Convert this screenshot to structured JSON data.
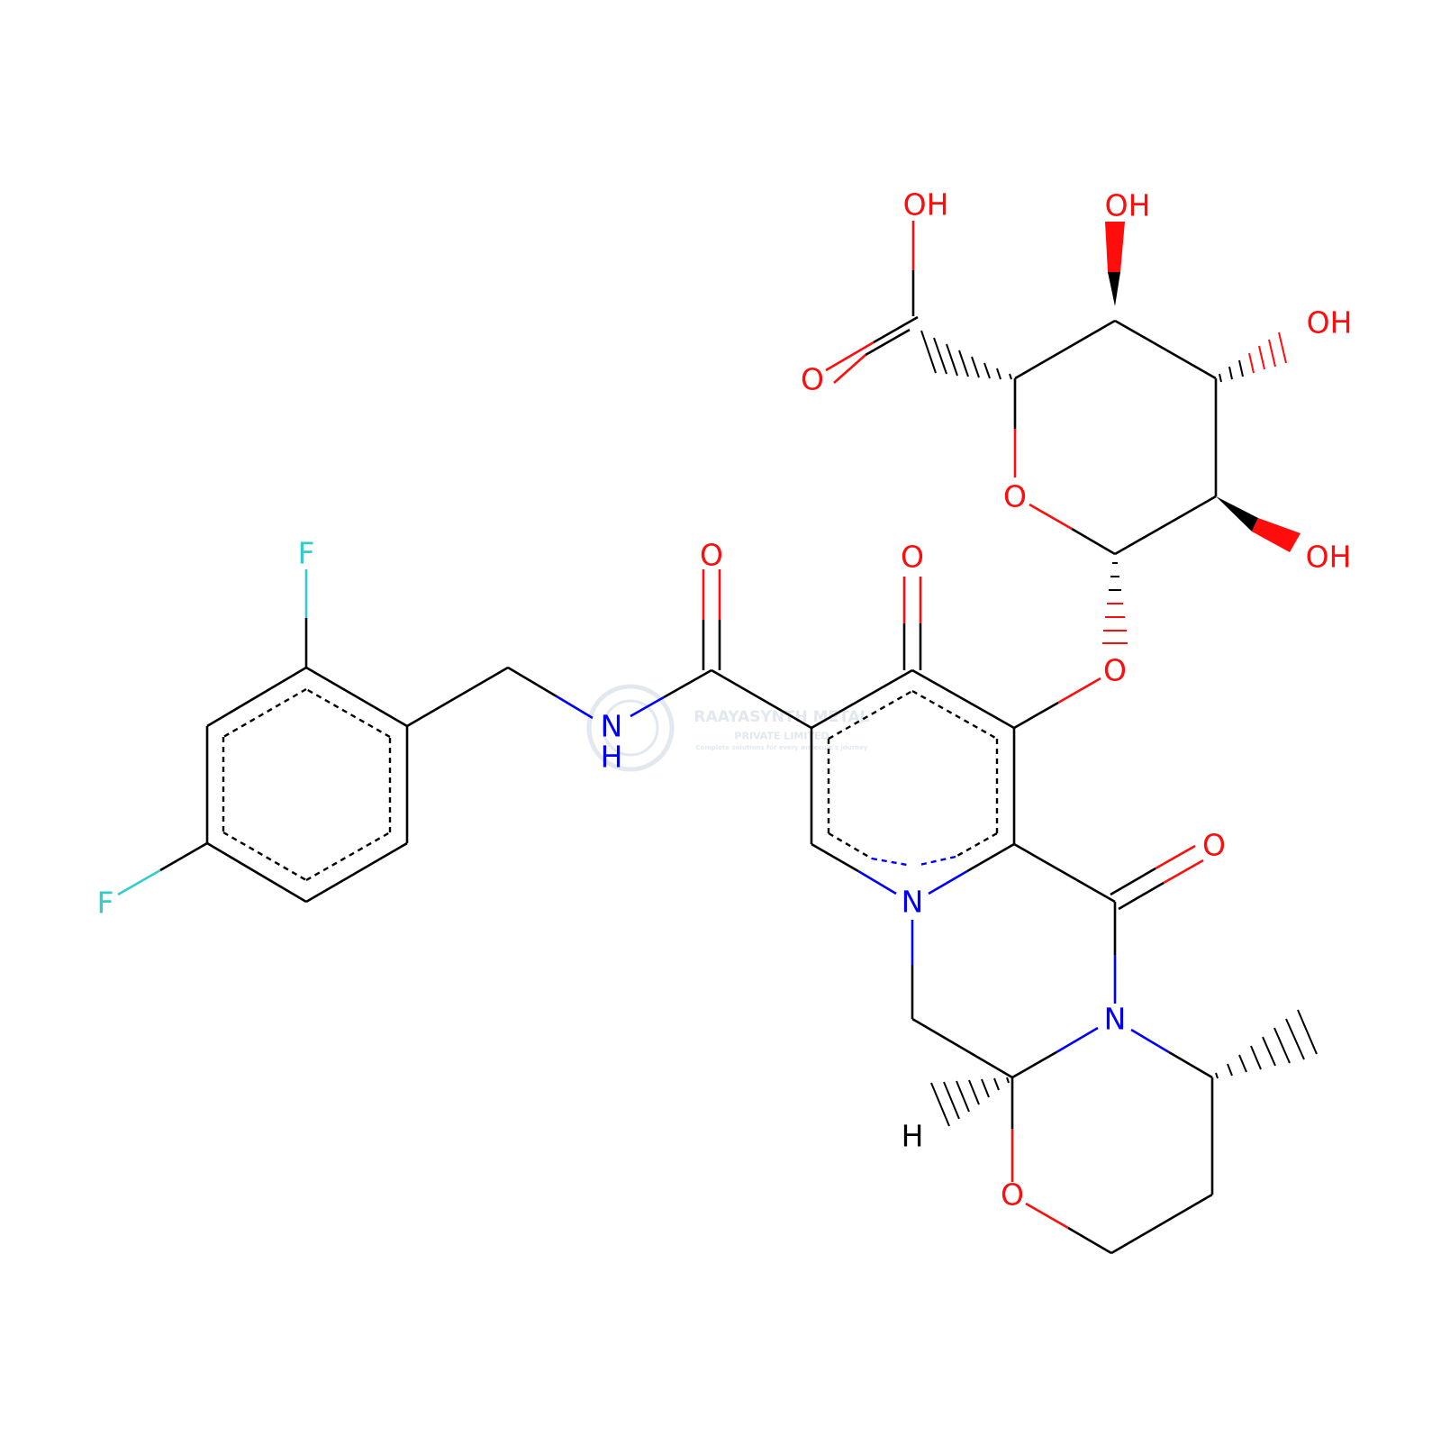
{
  "colors": {
    "background": "#ffffff",
    "bond": "#000000",
    "oxygen": "#ff0d0d",
    "nitrogen": "#0000ff",
    "fluorine": "#33cccc",
    "watermark": "#dfe6ee"
  },
  "labels": {
    "f_top": "F",
    "f_left": "F",
    "nh_n": "N",
    "nh_h": "H",
    "o_amide": "O",
    "o_ketone": "O",
    "o_ether": "O",
    "n_ring": "N",
    "o_lactam": "O",
    "n_amide": "N",
    "h_stereo": "H",
    "o_oxazine": "O",
    "o_sugar_ring": "O",
    "o_acid": "O",
    "oh_acid": "OH",
    "oh_top": "OH",
    "oh_right": "OH",
    "oh_lower": "OH"
  },
  "watermark": {
    "name": "RAAYASYNTH METAL",
    "line2": "PRIVATE LIMITED",
    "tagline": "Complete solutions for every molecule's journey"
  }
}
